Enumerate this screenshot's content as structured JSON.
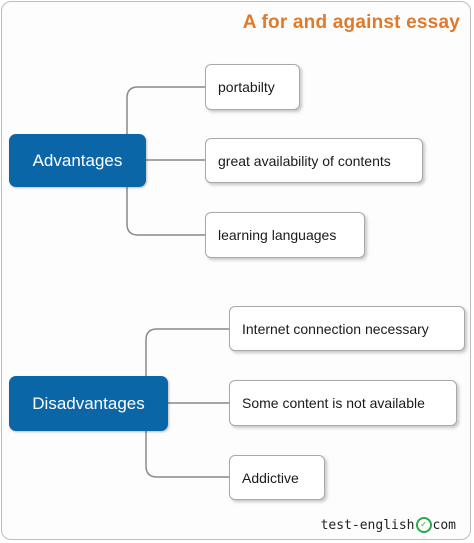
{
  "title": "A for and against essay",
  "advantages": {
    "label": "Advantages",
    "items": [
      "portabilty",
      "great availability of contents",
      "learning languages"
    ]
  },
  "disadvantages": {
    "label": "Disadvantages",
    "items": [
      "Internet connection necessary",
      "Some content is not available",
      "Addictive"
    ]
  },
  "footer": {
    "before": "test-english",
    "after": "com"
  },
  "colors": {
    "title": "#e07a2a",
    "main_box": "#0b66a8",
    "checkmark": "#2aa84a"
  }
}
